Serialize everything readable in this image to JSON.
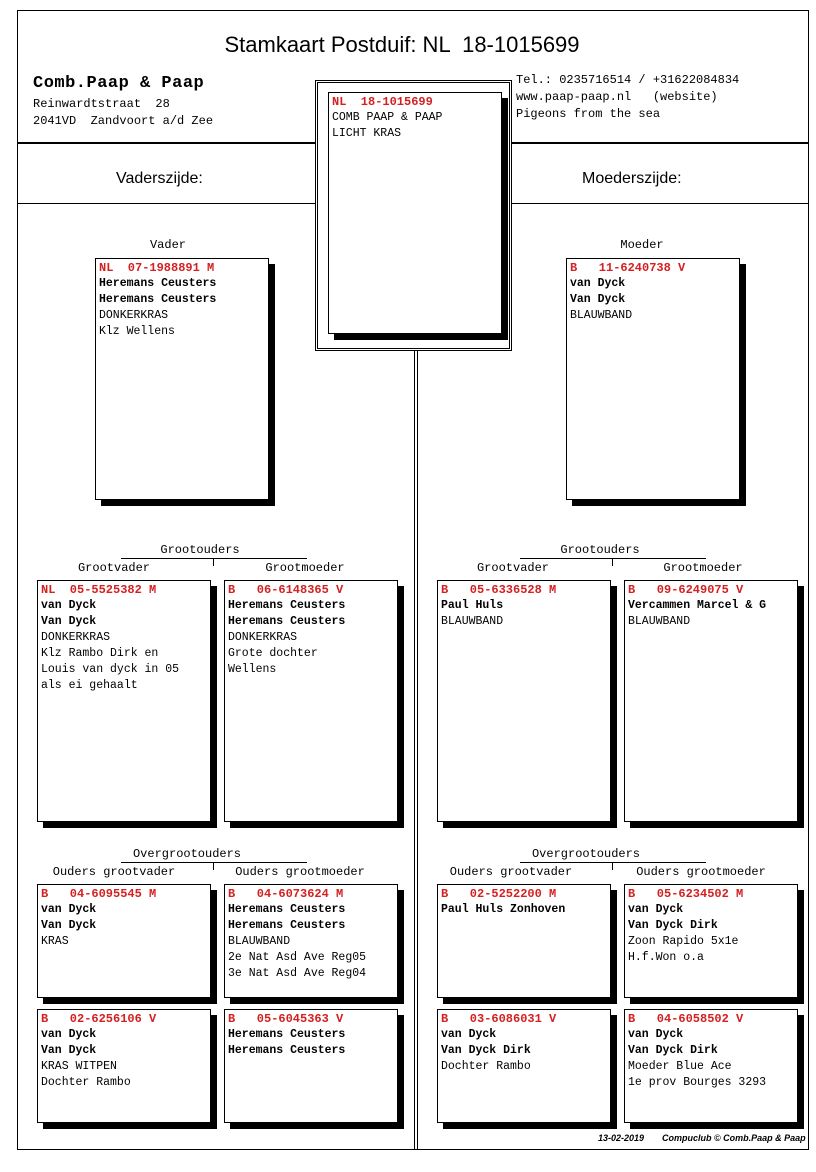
{
  "header": {
    "title": "Stamkaart Postduif: NL  18-1015699",
    "breeder": "Comb.Paap & Paap",
    "address1": "Reinwardtstraat  28",
    "address2": "2041VD  Zandvoort a/d Zee",
    "contact1": "Tel.: 0235716514 / +31622084834",
    "contact2": "www.paap-paap.nl   (website)",
    "contact3": "Pigeons from the sea"
  },
  "sides": {
    "father": "Vaderszijde:",
    "mother": "Moederszijde:"
  },
  "pigeon": {
    "ring": "NL  18-1015699",
    "lines": [
      "",
      "COMB PAAP & PAAP",
      "LICHT KRAS"
    ]
  },
  "labels": {
    "vader": "Vader",
    "moeder": "Moeder",
    "grootouders": "Grootouders",
    "grootvader": "Grootvader",
    "grootmoeder": "Grootmoeder",
    "overgrootouders": "Overgrootouders",
    "ouders_gv": "Ouders grootvader",
    "ouders_gm": "Ouders grootmoeder"
  },
  "parents": {
    "vader": {
      "ring": "NL  07-1988891 M",
      "lines": [
        {
          "t": "Heremans Ceusters",
          "b": true
        },
        {
          "t": "Heremans Ceusters",
          "b": true
        },
        {
          "t": "DONKERKRAS",
          "b": false
        },
        {
          "t": "Klz Wellens",
          "b": false
        }
      ]
    },
    "moeder": {
      "ring": "B   11-6240738 V",
      "lines": [
        {
          "t": "van Dyck",
          "b": true
        },
        {
          "t": "Van Dyck",
          "b": true
        },
        {
          "t": "BLAUWBAND",
          "b": false
        }
      ]
    }
  },
  "grandparents": {
    "vv": {
      "ring": "NL  05-5525382 M",
      "lines": [
        {
          "t": "van Dyck",
          "b": true
        },
        {
          "t": "Van Dyck",
          "b": true
        },
        {
          "t": "DONKERKRAS",
          "b": false
        },
        {
          "t": "Klz Rambo Dirk en",
          "b": false
        },
        {
          "t": "Louis van dyck in 05",
          "b": false
        },
        {
          "t": "als ei gehaalt",
          "b": false
        }
      ]
    },
    "vm": {
      "ring": "B   06-6148365 V",
      "lines": [
        {
          "t": "Heremans Ceusters",
          "b": true
        },
        {
          "t": "Heremans Ceusters",
          "b": true
        },
        {
          "t": "DONKERKRAS",
          "b": false
        },
        {
          "t": "Grote dochter",
          "b": false
        },
        {
          "t": "Wellens",
          "b": false
        }
      ]
    },
    "mv": {
      "ring": "B   05-6336528 M",
      "lines": [
        {
          "t": "",
          "b": false
        },
        {
          "t": "Paul Huls",
          "b": true
        },
        {
          "t": "BLAUWBAND",
          "b": false
        }
      ]
    },
    "mm": {
      "ring": "B   09-6249075 V",
      "lines": [
        {
          "t": "",
          "b": false
        },
        {
          "t": "Vercammen Marcel & G",
          "b": true
        },
        {
          "t": "BLAUWBAND",
          "b": false
        }
      ]
    }
  },
  "greatgrandparents": {
    "vvv": {
      "ring": "B   04-6095545 M",
      "lines": [
        {
          "t": "van Dyck",
          "b": true
        },
        {
          "t": "Van Dyck",
          "b": true
        },
        {
          "t": "KRAS",
          "b": false
        }
      ]
    },
    "vvm": {
      "ring": "B   02-6256106 V",
      "lines": [
        {
          "t": "van Dyck",
          "b": true
        },
        {
          "t": "Van Dyck",
          "b": true
        },
        {
          "t": "KRAS WITPEN",
          "b": false
        },
        {
          "t": "Dochter Rambo",
          "b": false
        }
      ]
    },
    "vmv": {
      "ring": "B   04-6073624 M",
      "lines": [
        {
          "t": "Heremans Ceusters",
          "b": true
        },
        {
          "t": "Heremans Ceusters",
          "b": true
        },
        {
          "t": "BLAUWBAND",
          "b": false
        },
        {
          "t": "2e Nat Asd Ave Reg05",
          "b": false
        },
        {
          "t": "3e Nat Asd Ave Reg04",
          "b": false
        }
      ]
    },
    "vmm": {
      "ring": "B   05-6045363 V",
      "lines": [
        {
          "t": "Heremans Ceusters",
          "b": true
        },
        {
          "t": "Heremans Ceusters",
          "b": true
        }
      ]
    },
    "mvv": {
      "ring": "B   02-5252200 M",
      "lines": [
        {
          "t": "",
          "b": false
        },
        {
          "t": "Paul Huls Zonhoven",
          "b": true
        }
      ]
    },
    "mvm": {
      "ring": "B   03-6086031 V",
      "lines": [
        {
          "t": "van Dyck",
          "b": true
        },
        {
          "t": "Van Dyck Dirk",
          "b": true
        },
        {
          "t": "",
          "b": false
        },
        {
          "t": "Dochter Rambo",
          "b": false
        }
      ]
    },
    "mmv": {
      "ring": "B   05-6234502 M",
      "lines": [
        {
          "t": "van Dyck",
          "b": true
        },
        {
          "t": "Van Dyck Dirk",
          "b": true
        },
        {
          "t": "",
          "b": false
        },
        {
          "t": "Zoon Rapido 5x1e",
          "b": false
        },
        {
          "t": "H.f.Won o.a",
          "b": false
        }
      ]
    },
    "mmm": {
      "ring": "B   04-6058502 V",
      "lines": [
        {
          "t": "van Dyck",
          "b": true
        },
        {
          "t": "Van Dyck Dirk",
          "b": true
        },
        {
          "t": "",
          "b": false
        },
        {
          "t": "Moeder Blue Ace",
          "b": false
        },
        {
          "t": "1e prov Bourges 3293",
          "b": false
        }
      ]
    }
  },
  "footer": {
    "date": "13-02-2019",
    "credit": "Compuclub © Comb.Paap & Paap"
  },
  "colors": {
    "ring": "#d42020"
  }
}
